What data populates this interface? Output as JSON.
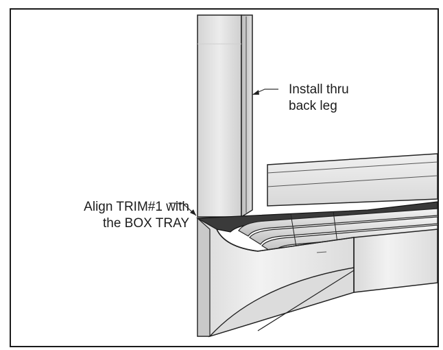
{
  "callouts": {
    "install": {
      "line1": "Install thru",
      "line2": "back leg"
    },
    "align": {
      "line1": "Align TRIM#1 with",
      "line2": "the BOX TRAY"
    }
  },
  "colors": {
    "frame": "#1a1a1a",
    "background": "#ffffff",
    "part_light": "#e9e9e9",
    "part_mid": "#cfcfcf",
    "part_dark": "#3a3a3a",
    "outline": "#222222"
  }
}
